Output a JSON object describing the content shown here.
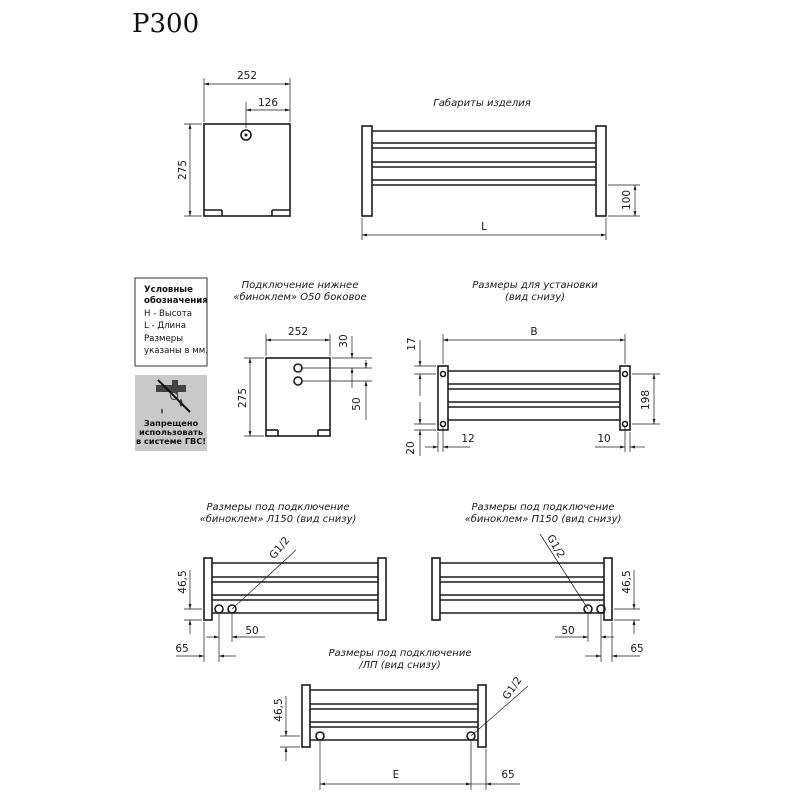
{
  "title": "P300",
  "captions": {
    "overall": "Габариты изделия",
    "side_bottom": [
      "Подключение нижнее",
      "«биноклем» О50 боковое"
    ],
    "install": [
      "Размеры для установки",
      "(вид снизу)"
    ],
    "l150": [
      "Размеры под подключение",
      "«биноклем» Л150 (вид снизу)"
    ],
    "p150": [
      "Размеры под подключение",
      "«биноклем» П150 (вид снизу)"
    ],
    "lp": [
      "Размеры под подключение",
      "/ЛП (вид снизу)"
    ]
  },
  "legend": {
    "lines": [
      "Условные",
      "обозначения",
      "H - Высота",
      "L - Длина",
      "Размеры",
      "указаны в мм."
    ]
  },
  "warning": {
    "lines": [
      "Запрещено",
      "использовать",
      "в системе ГВС!"
    ]
  },
  "dims": {
    "top_width": "252",
    "top_offset": "126",
    "top_height": "275",
    "front_length": "L",
    "front_depth": "100",
    "side_width": "252",
    "side_top": "30",
    "side_spacing": "50",
    "side_height": "275",
    "inst_b": "B",
    "inst_17": "17",
    "inst_198": "198",
    "inst_20": "20",
    "inst_12": "12",
    "inst_10": "10",
    "l_thread": "G1/2",
    "l_height": "46,5",
    "l_spacing": "50",
    "l_offset": "65",
    "p_thread": "G1/2",
    "p_height": "46,5",
    "p_spacing": "50",
    "p_offset": "65",
    "lp_thread": "G1/2",
    "lp_height": "46,5",
    "lp_e": "E",
    "lp_offset": "65"
  },
  "icons": {
    "warning": "no-tap-icon"
  }
}
